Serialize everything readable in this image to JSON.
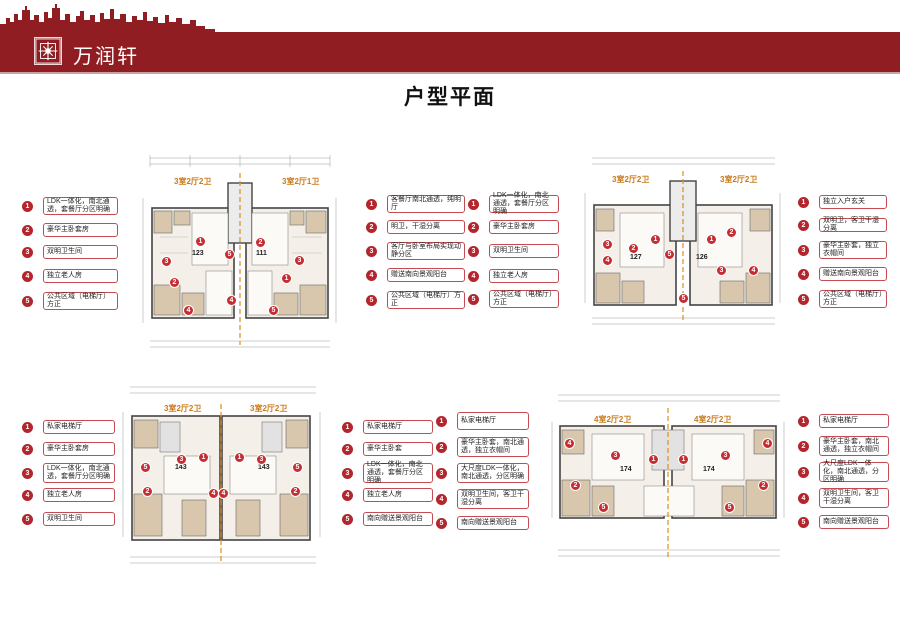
{
  "header": {
    "brand": "万润轩",
    "page_title": "户型平面",
    "accent_color": "#8f1d22",
    "marker_color": "#c62d33"
  },
  "plans": [
    {
      "units": [
        {
          "title": "3室2厅2卫",
          "area": "123"
        },
        {
          "title": "3室2厅1卫",
          "area": "111"
        }
      ],
      "features_left": [
        {
          "num": "1",
          "text": "LDK一体化，南北通透，套餐厅分区明确"
        },
        {
          "num": "2",
          "text": "豪华主卧套房"
        },
        {
          "num": "3",
          "text": "双明卫生间"
        },
        {
          "num": "4",
          "text": "独立老人房"
        },
        {
          "num": "5",
          "text": "公共区域（电梯厅）方正"
        }
      ],
      "features_right": [
        {
          "num": "1",
          "text": "客餐厅南北通透，纯明厅"
        },
        {
          "num": "2",
          "text": "明卫，干湿分离"
        },
        {
          "num": "3",
          "text": "客厅与卧室布局实现动静分区"
        },
        {
          "num": "4",
          "text": "赠送南向景观阳台"
        },
        {
          "num": "5",
          "text": "公共区域（电梯厅）方正"
        }
      ]
    },
    {
      "units": [
        {
          "title": "3室2厅2卫",
          "area": "127"
        },
        {
          "title": "3室2厅2卫",
          "area": "126"
        }
      ],
      "features_left": [
        {
          "num": "1",
          "text": "LDK一体化，南北通透，套餐厅分区明确"
        },
        {
          "num": "2",
          "text": "豪华主卧套房"
        },
        {
          "num": "3",
          "text": "双明卫生间"
        },
        {
          "num": "4",
          "text": "独立老人房"
        },
        {
          "num": "5",
          "text": "公共区域（电梯厅）方正"
        }
      ],
      "features_right": [
        {
          "num": "1",
          "text": "独立入户玄关"
        },
        {
          "num": "2",
          "text": "双明卫，客卫干湿分离"
        },
        {
          "num": "3",
          "text": "豪华主卧套，独立衣帽间"
        },
        {
          "num": "4",
          "text": "赠送南向景观阳台"
        },
        {
          "num": "5",
          "text": "公共区域（电梯厅）方正"
        }
      ]
    },
    {
      "units": [
        {
          "title": "3室2厅2卫",
          "area": "143"
        },
        {
          "title": "3室2厅2卫",
          "area": "143"
        }
      ],
      "features_left": [
        {
          "num": "1",
          "text": "私家电梯厅"
        },
        {
          "num": "2",
          "text": "豪华主卧套房"
        },
        {
          "num": "3",
          "text": "LDK一体化，南北通透，套餐厅分区明确"
        },
        {
          "num": "4",
          "text": "独立老人房"
        },
        {
          "num": "5",
          "text": "双明卫生间"
        }
      ],
      "features_right": [
        {
          "num": "1",
          "text": "私家电梯厅"
        },
        {
          "num": "2",
          "text": "豪华主卧套"
        },
        {
          "num": "3",
          "text": "LDK一体化，南北通透，套餐厅分区明确"
        },
        {
          "num": "4",
          "text": "独立老人房"
        },
        {
          "num": "5",
          "text": "南向赠送景观阳台"
        }
      ]
    },
    {
      "units": [
        {
          "title": "4室2厅2卫",
          "area": "174"
        },
        {
          "title": "4室2厅2卫",
          "area": "174"
        }
      ],
      "features_left": [
        {
          "num": "1",
          "text": "私家电梯厅"
        },
        {
          "num": "2",
          "text": "豪华主卧套，南北通透，独立衣帽间"
        },
        {
          "num": "3",
          "text": "大尺度LDK一体化，南北通透，分区明确"
        },
        {
          "num": "4",
          "text": "双明卫生间，客卫干湿分离"
        },
        {
          "num": "5",
          "text": "南向赠送景观阳台"
        }
      ],
      "features_right": [
        {
          "num": "1",
          "text": "私家电梯厅"
        },
        {
          "num": "2",
          "text": "豪华主卧套，南北通透，独立衣帽间"
        },
        {
          "num": "3",
          "text": "大尺度LDK一体化，南北通透，分区明确"
        },
        {
          "num": "4",
          "text": "双明卫生间，客卫干湿分离"
        },
        {
          "num": "5",
          "text": "南向赠送景观阳台"
        }
      ]
    }
  ]
}
